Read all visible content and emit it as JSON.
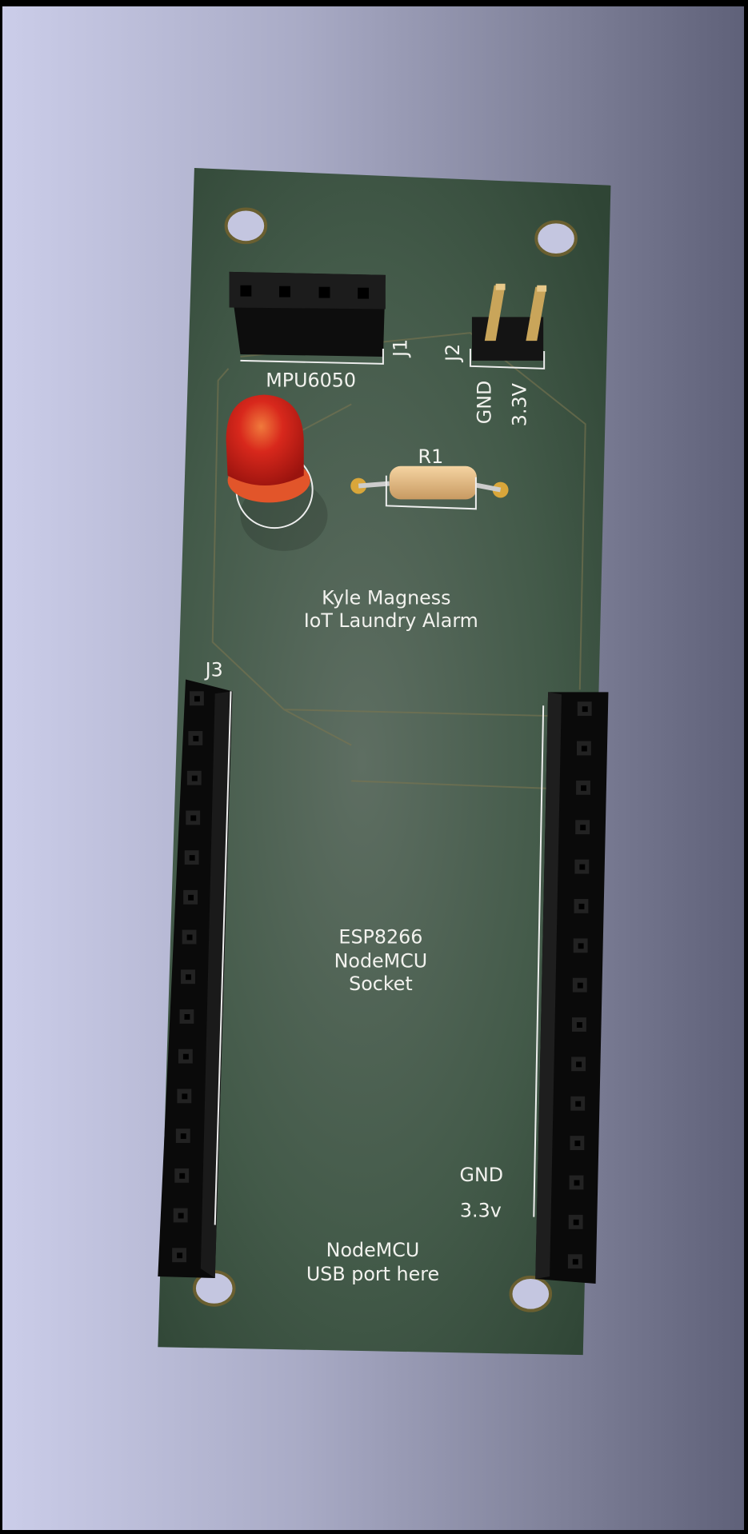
{
  "board": {
    "title_line1": "Kyle Magness",
    "title_line2": "IoT Laundry Alarm",
    "colors": {
      "soldermask": "#3f5545",
      "silkscreen": "#f2f2ee",
      "header": "#111111",
      "led": "#d8281c",
      "resistor": "#e8c08a",
      "pad": "#d9a63a"
    }
  },
  "components": {
    "j1": {
      "ref": "J1",
      "label": "MPU6050"
    },
    "j2": {
      "ref": "J2",
      "pin1": "GND",
      "pin2": "3.3V"
    },
    "r1": {
      "ref": "R1"
    },
    "j3": {
      "ref": "J3"
    }
  },
  "socket": {
    "line1": "ESP8266",
    "line2": "NodeMCU",
    "line3": "Socket",
    "gnd": "GND",
    "v33": "3.3v",
    "usb_line1": "NodeMCU",
    "usb_line2": "USB port here"
  }
}
